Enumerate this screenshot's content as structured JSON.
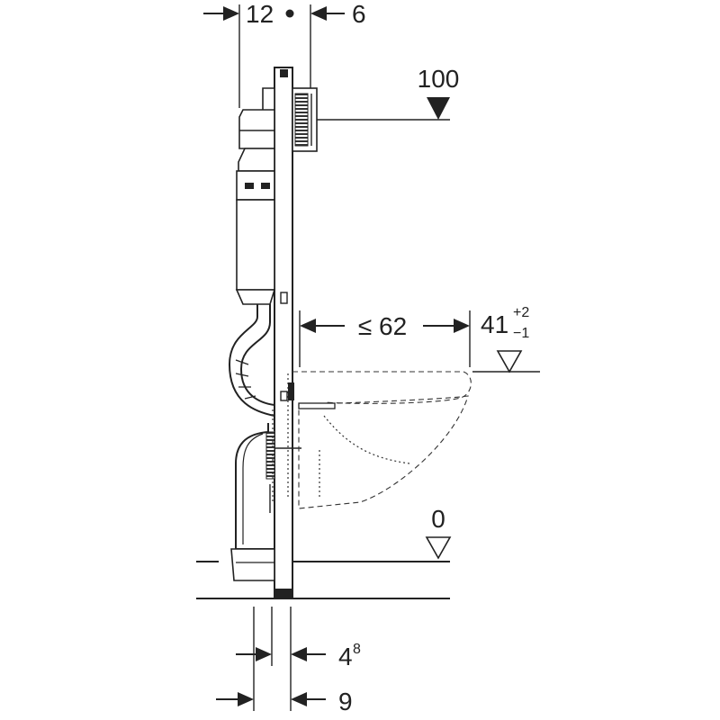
{
  "dimensions": {
    "top_left": "12",
    "top_right": "6",
    "actuation_height": "100",
    "projection": "≤ 62",
    "seat_height_value": "41",
    "seat_height_tol_plus": "+2",
    "seat_height_tol_minus": "−1",
    "floor_level": "0",
    "bottom_upper_value": "4",
    "bottom_upper_sup": "8",
    "bottom_lower": "9"
  },
  "colors": {
    "line": "#222222",
    "background": "#ffffff"
  }
}
